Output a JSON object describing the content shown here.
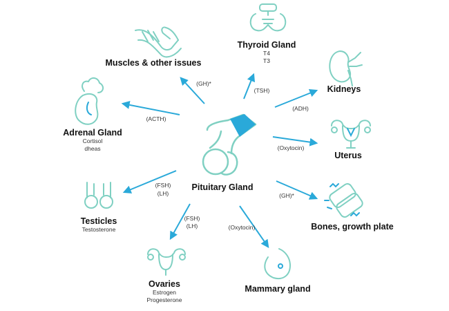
{
  "center": {
    "title": "Pituitary Gland"
  },
  "organs": {
    "muscles": {
      "title": "Muscles & other issues",
      "icon": "flexed-arm-icon"
    },
    "thyroid": {
      "title": "Thyroid Gland",
      "sub1": "T4",
      "sub2": "T3",
      "icon": "thyroid-icon"
    },
    "kidneys": {
      "title": "Kidneys",
      "icon": "kidney-icon"
    },
    "uterus": {
      "title": "Uterus",
      "icon": "uterus-icon"
    },
    "bones": {
      "title": "Bones, growth plate",
      "icon": "bone-joint-icon"
    },
    "mammary": {
      "title": "Mammary gland",
      "icon": "breast-icon"
    },
    "ovaries": {
      "title": "Ovaries",
      "sub1": "Estrogen",
      "sub2": "Progesterone",
      "icon": "ovaries-icon"
    },
    "testicles": {
      "title": "Testicles",
      "sub1": "Testosterone",
      "icon": "testicles-icon"
    },
    "adrenal": {
      "title": "Adrenal Gland",
      "sub1": "Cortisol",
      "sub2": "dheas",
      "icon": "adrenal-gland-icon"
    }
  },
  "hormones": {
    "gh_muscles": "(GH)*",
    "tsh": "(TSH)",
    "adh": "(ADH)",
    "oxytocin_uterus": "(Oxytocin)",
    "gh_bones": "(GH)*",
    "oxytocin_mammary": "(Oxytocin)",
    "fsh_ovaries": "(FSH)",
    "lh_ovaries": "(LH)",
    "fsh_testicles": "(FSH)",
    "lh_testicles": "(LH)",
    "acth": "(ACTH)"
  },
  "colors": {
    "arrow": "#2aa9d9",
    "outline": "#7fd0c2",
    "accent": "#2aa9d9",
    "text": "#111111"
  }
}
